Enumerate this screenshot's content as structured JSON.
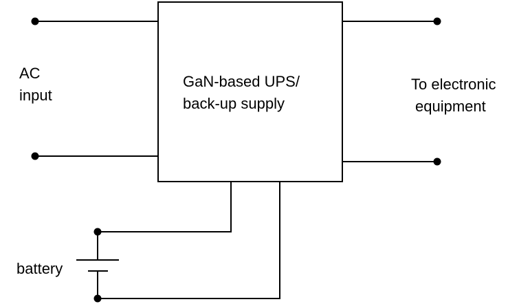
{
  "block": {
    "line1": "GaN-based UPS/",
    "line2": "back-up supply"
  },
  "input_label": {
    "line1": "AC",
    "line2": "input"
  },
  "output_label": {
    "line1": "To electronic",
    "line2": "equipment"
  },
  "battery_label": "battery"
}
